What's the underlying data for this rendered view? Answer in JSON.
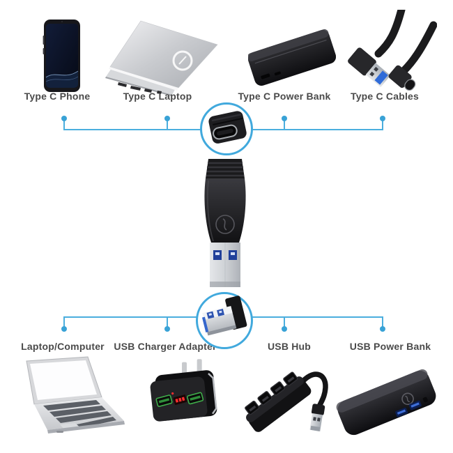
{
  "diagram": {
    "accent_color": "#4aaede",
    "label_color": "#4a4a4a",
    "top_group": {
      "connector_icon": "usb-c-female-port",
      "items": [
        {
          "label": "Type C Phone",
          "icon": "type-c-phone"
        },
        {
          "label": "Type C Laptop",
          "icon": "type-c-laptop"
        },
        {
          "label": "Type C Power Bank",
          "icon": "type-c-power-bank"
        },
        {
          "label": "Type C Cables",
          "icon": "type-c-cables"
        }
      ]
    },
    "adapter_icon": "usb-c-female-to-usb-a-male-adapter",
    "bottom_group": {
      "connector_icon": "usb-a-male-plug",
      "items": [
        {
          "label": "Laptop/Computer",
          "icon": "laptop-computer"
        },
        {
          "label": "USB Charger Adapter",
          "icon": "usb-charger-adapter"
        },
        {
          "label": "USB Hub",
          "icon": "usb-hub"
        },
        {
          "label": "USB Power Bank",
          "icon": "usb-power-bank"
        }
      ]
    }
  }
}
